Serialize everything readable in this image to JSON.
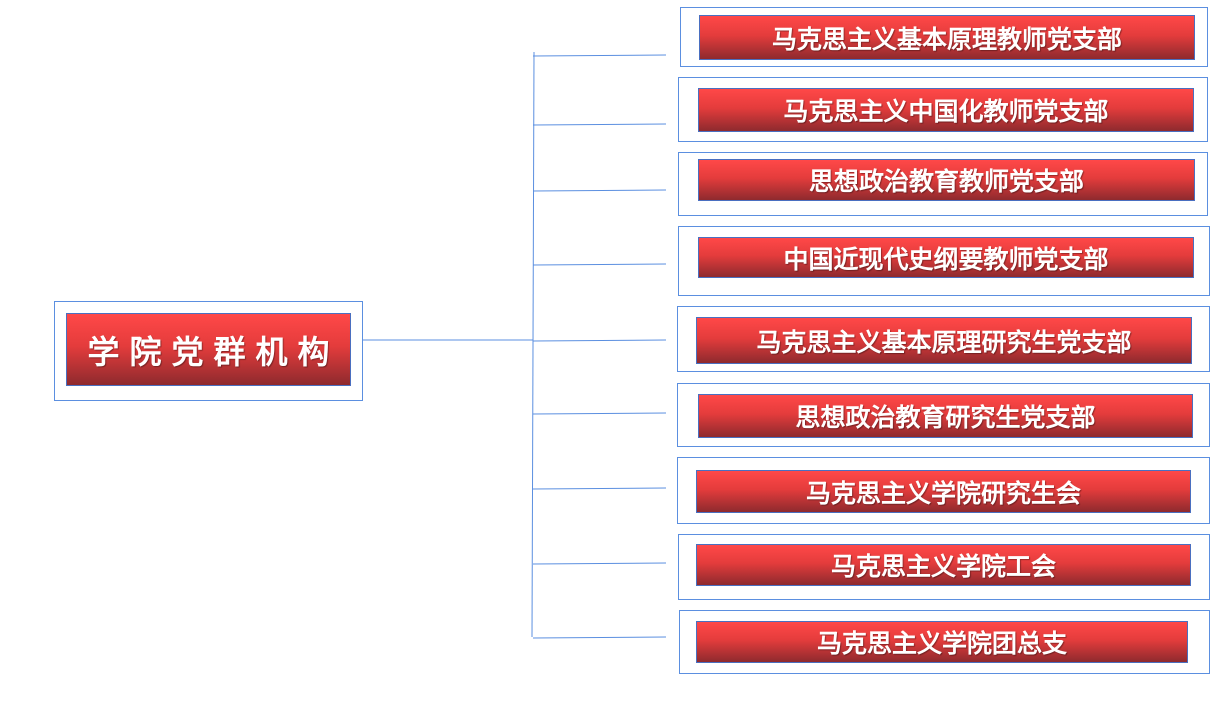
{
  "root": {
    "label": "学院党群机构"
  },
  "children": [
    {
      "label": "马克思主义基本原理教师党支部"
    },
    {
      "label": "马克思主义中国化教师党支部"
    },
    {
      "label": "思想政治教育教师党支部"
    },
    {
      "label": "中国近现代史纲要教师党支部"
    },
    {
      "label": "马克思主义基本原理研究生党支部"
    },
    {
      "label": "思想政治教育研究生党支部"
    },
    {
      "label": "马克思主义学院研究生会"
    },
    {
      "label": "马克思主义学院工会"
    },
    {
      "label": "马克思主义学院团总支"
    }
  ],
  "colors": {
    "connector": "#5b8fe0",
    "box_top": "#ff4848",
    "box_bottom": "#8e2a2e"
  }
}
